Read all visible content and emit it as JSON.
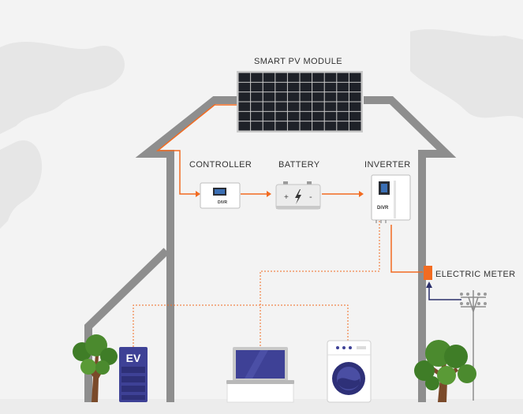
{
  "labels": {
    "pv_module": "SMART PV MODULE",
    "controller": "CONTROLLER",
    "battery": "BATTERY",
    "inverter": "INVERTER",
    "electric_meter": "ELECTRIC METER"
  },
  "devices": {
    "controller_brand": "DiVR",
    "inverter_brand": "DiVR",
    "ev_label": "EV",
    "battery_plus": "+",
    "battery_minus": "-"
  },
  "colors": {
    "accent_orange": "#f26b21",
    "house_gray": "#8e8e8e",
    "panel_dark": "#1e2128",
    "meter_arrow": "#2b2f6b",
    "ev_blue": "#3e4196",
    "tree_green": "#4b8a2e"
  },
  "icons": [
    "solar-panel-icon",
    "controller-icon",
    "battery-icon",
    "inverter-icon",
    "meter-icon",
    "power-pole-icon",
    "tree-icon",
    "ev-charger-icon",
    "laptop-icon",
    "washing-machine-icon"
  ]
}
